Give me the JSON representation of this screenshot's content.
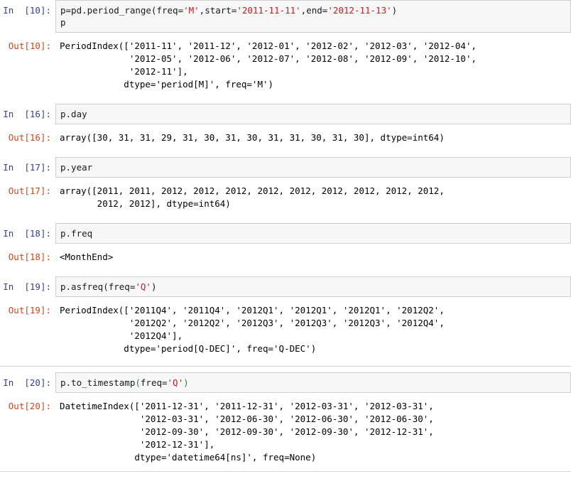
{
  "notebook": {
    "prompt_in_color": "#303F9F",
    "prompt_out_color": "#D84315",
    "string_token_color": "#BA2121",
    "bracket_match_color": "#1F8A32",
    "input_bg": "#F7F7F7",
    "input_border": "#CFCFCF",
    "page_bg": "#FFFFFF"
  },
  "cells": [
    {
      "in_prompt": "In  [10]:",
      "out_prompt": "Out[10]:",
      "code_pre": "p=pd.period_range(freq=",
      "code_str1": "'M'",
      "code_mid1": ",start=",
      "code_str2": "'2011-11-11'",
      "code_mid2": ",end=",
      "code_str3": "'2012-11-13'",
      "code_post": ")",
      "code_line2": "p",
      "output": "PeriodIndex(['2011-11', '2011-12', '2012-01', '2012-02', '2012-03', '2012-04',\n             '2012-05', '2012-06', '2012-07', '2012-08', '2012-09', '2012-10',\n             '2012-11'],\n            dtype='period[M]', freq='M')"
    },
    {
      "in_prompt": "In  [16]:",
      "out_prompt": "Out[16]:",
      "code": "p.day",
      "output": "array([30, 31, 31, 29, 31, 30, 31, 30, 31, 31, 30, 31, 30], dtype=int64)"
    },
    {
      "in_prompt": "In  [17]:",
      "out_prompt": "Out[17]:",
      "code": "p.year",
      "output": "array([2011, 2011, 2012, 2012, 2012, 2012, 2012, 2012, 2012, 2012, 2012,\n       2012, 2012], dtype=int64)"
    },
    {
      "in_prompt": "In  [18]:",
      "out_prompt": "Out[18]:",
      "code": "p.freq",
      "output": "<MonthEnd>"
    },
    {
      "in_prompt": "In  [19]:",
      "out_prompt": "Out[19]:",
      "code_pre": "p.asfreq(freq=",
      "code_str1": "'Q'",
      "code_post": ")",
      "output": "PeriodIndex(['2011Q4', '2011Q4', '2012Q1', '2012Q1', '2012Q1', '2012Q2',\n             '2012Q2', '2012Q2', '2012Q3', '2012Q3', '2012Q3', '2012Q4',\n             '2012Q4'],\n            dtype='period[Q-DEC]', freq='Q-DEC')"
    },
    {
      "in_prompt": "In  [20]:",
      "out_prompt": "Out[20]:",
      "code_pre": "p.to_timestamp",
      "code_paren_open": "(",
      "code_mid1": "freq=",
      "code_str1": "'Q'",
      "code_paren_close": ")",
      "output": "DatetimeIndex(['2011-12-31', '2011-12-31', '2012-03-31', '2012-03-31',\n               '2012-03-31', '2012-06-30', '2012-06-30', '2012-06-30',\n               '2012-09-30', '2012-09-30', '2012-09-30', '2012-12-31',\n               '2012-12-31'],\n              dtype='datetime64[ns]', freq=None)"
    }
  ]
}
